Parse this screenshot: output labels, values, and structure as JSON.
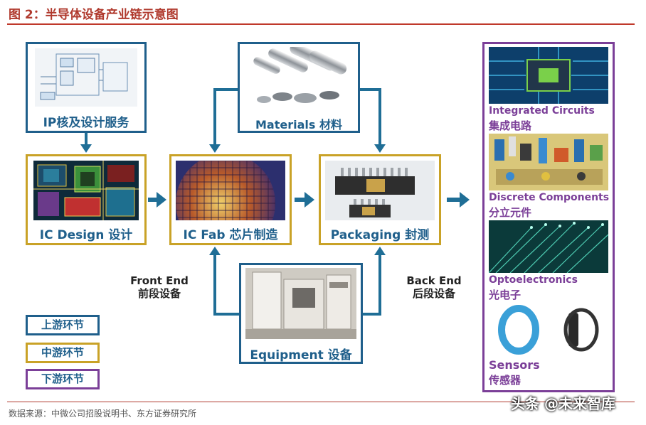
{
  "title": "图 2：半导体设备产业链示意图",
  "boxes": {
    "ip": "IP核及设计服务",
    "materials": "Materials 材料",
    "ic_design": "IC Design 设计",
    "ic_fab": "IC Fab 芯片制造",
    "packaging": "Packaging 封测",
    "equipment": "Equipment 设备"
  },
  "front_end": {
    "en": "Front End",
    "cn": "前段设备"
  },
  "back_end": {
    "en": "Back End",
    "cn": "后段设备"
  },
  "legend": [
    "上游环节",
    "中游环节",
    "下游环节"
  ],
  "products": [
    {
      "en": "Integrated Circuits",
      "cn": "集成电路"
    },
    {
      "en": "Discrete Components",
      "cn": "分立元件"
    },
    {
      "en": "Optoelectronics",
      "cn": "光电子"
    },
    {
      "en": "Sensors",
      "cn": "传感器"
    }
  ],
  "source": "数据来源：中微公司招股说明书、东方证券研究所",
  "watermark": "头条 @未来智库",
  "colors": {
    "upstream": "#1f5f8b",
    "midstream": "#c9a227",
    "downstream": "#7b3f98",
    "arrow": "#1f6e96"
  }
}
